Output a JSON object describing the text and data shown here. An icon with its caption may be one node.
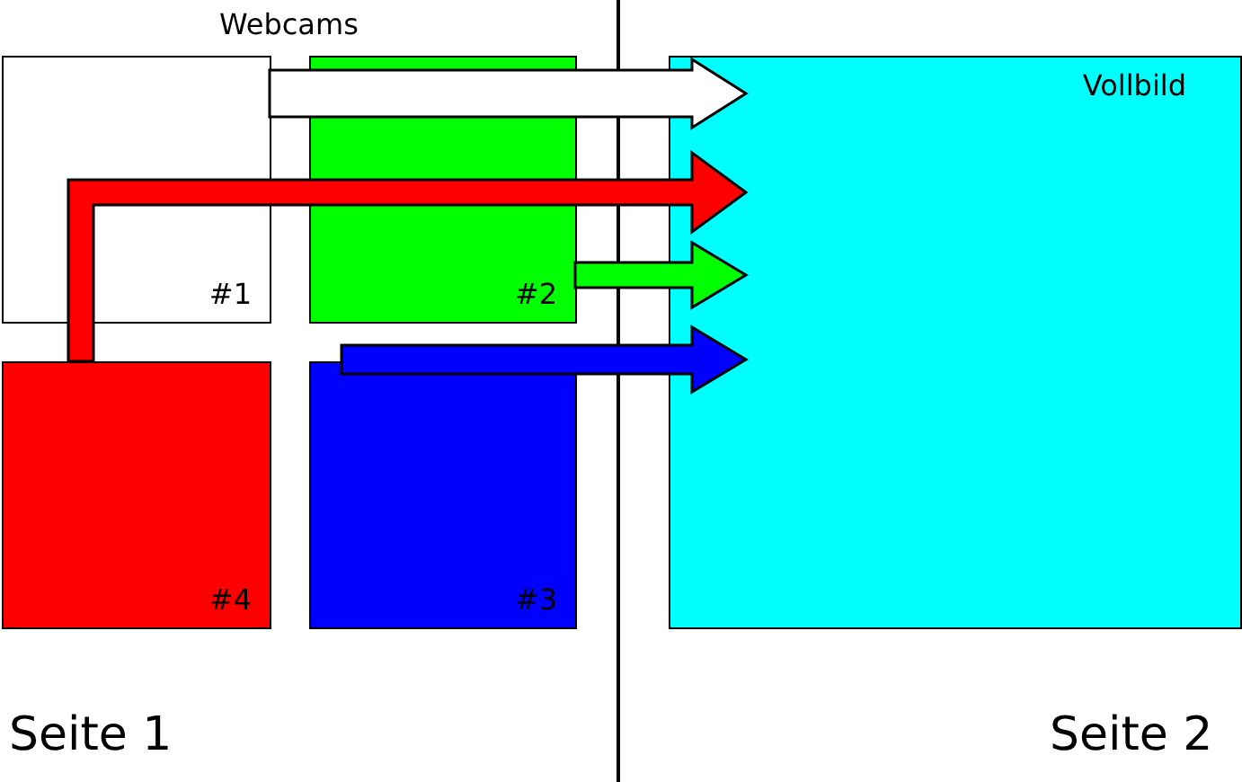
{
  "diagram": {
    "nodes": [
      {
        "text": [
          "#1"
        ]
      },
      {
        "text": [
          "#2"
        ]
      },
      {
        "text": [
          "Vollbild"
        ]
      },
      {
        "text": [
          "#4"
        ]
      },
      {
        "text": [
          "#3"
        ]
      }
    ],
    "edges": [
      {
        "from": 0,
        "to": 2,
        "arrow": "to",
        "style": "thick",
        "color": "#ffffff"
      },
      {
        "from": 3,
        "to": 2,
        "arrow": "to",
        "style": "thick",
        "color": "#ff0000"
      },
      {
        "from": 1,
        "to": 2,
        "arrow": "to",
        "style": "thick",
        "color": "#00ff00"
      },
      {
        "from": 4,
        "to": 2,
        "arrow": "to",
        "style": "thick",
        "color": "#0000ff"
      }
    ],
    "labels": [
      "Webcams",
      "Seite 1",
      "Seite 2"
    ]
  }
}
